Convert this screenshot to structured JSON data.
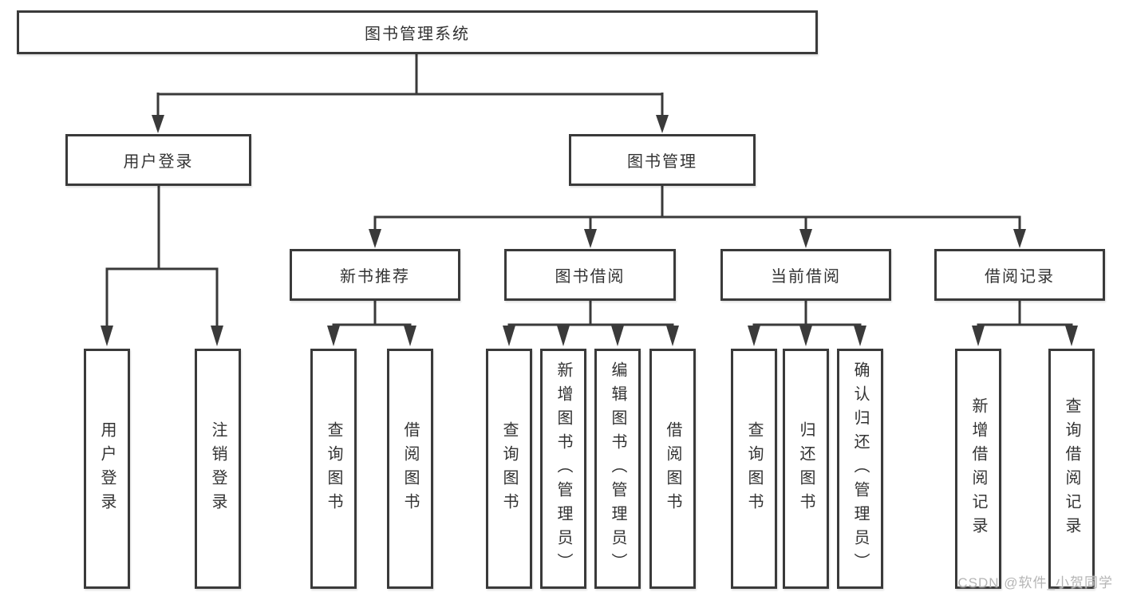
{
  "tree": {
    "root": {
      "label": "图书管理系统"
    },
    "branches": [
      {
        "label": "用户登录",
        "children": [
          {
            "label": "用户登录"
          },
          {
            "label": "注销登录"
          }
        ]
      },
      {
        "label": "图书管理",
        "children": [
          {
            "label": "新书推荐",
            "children": [
              {
                "label": "查询图书"
              },
              {
                "label": "借阅图书"
              }
            ]
          },
          {
            "label": "图书借阅",
            "children": [
              {
                "label": "查询图书"
              },
              {
                "label": "新增图书（管理员）"
              },
              {
                "label": "编辑图书（管理员）"
              },
              {
                "label": "借阅图书"
              }
            ]
          },
          {
            "label": "当前借阅",
            "children": [
              {
                "label": "查询图书"
              },
              {
                "label": "归还图书"
              },
              {
                "label": "确认归还（管理员）"
              }
            ]
          },
          {
            "label": "借阅记录",
            "children": [
              {
                "label": "新增借阅记录"
              },
              {
                "label": "查询借阅记录"
              }
            ]
          }
        ]
      }
    ]
  },
  "watermark": {
    "text": "CSDN @软件_小贺同学"
  },
  "colors": {
    "line": "#3a3a3a",
    "text": "#333333",
    "watermark": "#b5b5b5",
    "background": "#ffffff"
  }
}
